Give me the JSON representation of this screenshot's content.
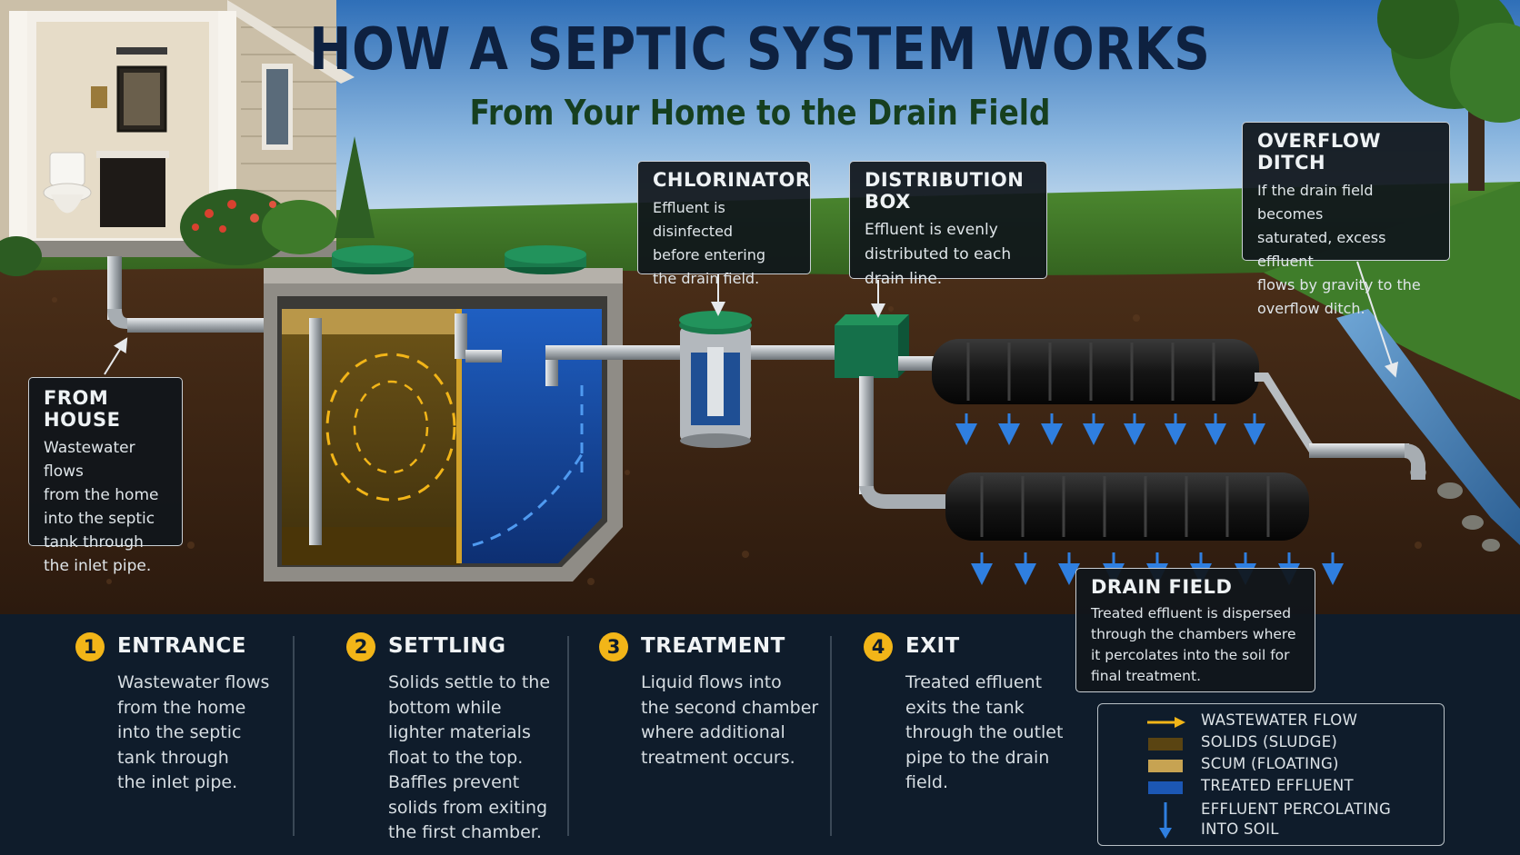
{
  "header": {
    "title": "HOW A SEPTIC SYSTEM WORKS",
    "subtitle": "From Your Home to the Drain Field"
  },
  "callouts": {
    "from_house": {
      "title": "FROM HOUSE",
      "lines": [
        "Wastewater flows",
        "from the home",
        "into the septic",
        "tank through",
        "the inlet pipe."
      ]
    },
    "chlorinator": {
      "title": "CHLORINATOR",
      "lines": [
        "Effluent is disinfected",
        "before entering",
        "the drain field."
      ]
    },
    "distribution_box": {
      "title": "DISTRIBUTION BOX",
      "lines": [
        "Effluent is evenly",
        "distributed to each",
        "drain line."
      ]
    },
    "overflow_ditch": {
      "title": "OVERFLOW DITCH",
      "lines": [
        "If the drain field becomes",
        "saturated, excess effluent",
        "flows by gravity to the",
        "overflow ditch."
      ]
    },
    "drain_field": {
      "title": "DRAIN FIELD",
      "lines": [
        "Treated effluent is dispersed",
        "through the chambers where",
        "it percolates into the soil for",
        "final treatment."
      ]
    }
  },
  "steps": [
    {
      "num": "1",
      "title": "ENTRANCE",
      "lines": [
        "Wastewater flows",
        "from the home",
        "into the septic",
        "tank through",
        "the inlet pipe."
      ]
    },
    {
      "num": "2",
      "title": "SETTLING",
      "lines": [
        "Solids settle to the",
        "bottom while",
        "lighter materials",
        "float to the top.",
        "Baffles prevent",
        "solids from exiting",
        "the first chamber."
      ]
    },
    {
      "num": "3",
      "title": "TREATMENT",
      "lines": [
        "Liquid flows into",
        "the second chamber",
        "where additional",
        "treatment occurs."
      ]
    },
    {
      "num": "4",
      "title": "EXIT",
      "lines": [
        "Treated effluent",
        "exits the tank",
        "through the outlet",
        "pipe to the drain",
        "field."
      ]
    }
  ],
  "legend": [
    {
      "label": "WASTEWATER FLOW",
      "kind": "arrow",
      "color": "#f2b518"
    },
    {
      "label": "SOLIDS (SLUDGE)",
      "kind": "swatch",
      "color": "#5a4412"
    },
    {
      "label": "SCUM (FLOATING)",
      "kind": "swatch",
      "color": "#c7a352"
    },
    {
      "label": "TREATED EFFLUENT",
      "kind": "swatch",
      "color": "#1c57b4"
    },
    {
      "label": "EFFLUENT PERCOLATING",
      "label2": "INTO SOIL",
      "kind": "down-arrow",
      "color": "#2f7fe0"
    }
  ],
  "colors": {
    "sky_top": "#2f6fb8",
    "sky_bottom": "#bcd6ee",
    "grass": "#3f7a28",
    "soil": "#3a2414",
    "accent_yellow": "#f2b518",
    "effluent_blue": "#1c57b4",
    "tank_green": "#1a7a4c",
    "panel_bg": "#0f1c2b"
  },
  "icons": [
    "house",
    "toilet",
    "vanity",
    "shrub",
    "tree",
    "septic-tank",
    "chlorinator",
    "distribution-box",
    "drain-chamber",
    "stream"
  ]
}
